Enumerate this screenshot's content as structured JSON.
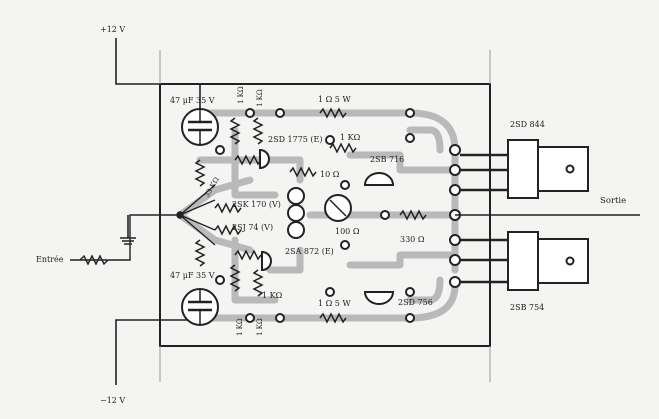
{
  "labels": {
    "vplus": "+12 V",
    "vminus": "−12 V",
    "input": "Entrée",
    "output": "Sortie",
    "cap_top": "47 μF 35 V",
    "cap_bottom": "47 μF 35 V",
    "r_top_kohm": "1 KΩ",
    "r_top_kohm2": "1 KΩ",
    "r_top_power": "1 Ω 5 W",
    "q_2sd1775": "2SD 1775 (E)",
    "r_1kohm": "1 KΩ",
    "q_2sb716": "2SB 716",
    "r_10ohm": "10 Ω",
    "q_2sk170": "2SK 170 (V)",
    "q_2sj74": "2SJ 74 (V)",
    "r_100ohm": "100 Ω",
    "r_330ohm": "330 Ω",
    "r_left_k": "33 KΩ",
    "q_2sa872": "2SA 872 (E)",
    "q_2sd756": "2SD 756",
    "r_bottom_kohm": "1 KΩ",
    "r_bottom_power": "1 Ω 5 W",
    "r_bottom_v1": "1 KΩ",
    "r_bottom_v2": "1 KΩ",
    "q_2sd844": "2SD 844",
    "q_2sb754": "2SB 754"
  },
  "colors": {
    "ink": "#222222",
    "trace": "#b9b9b9",
    "background": "#f4f4f2"
  }
}
